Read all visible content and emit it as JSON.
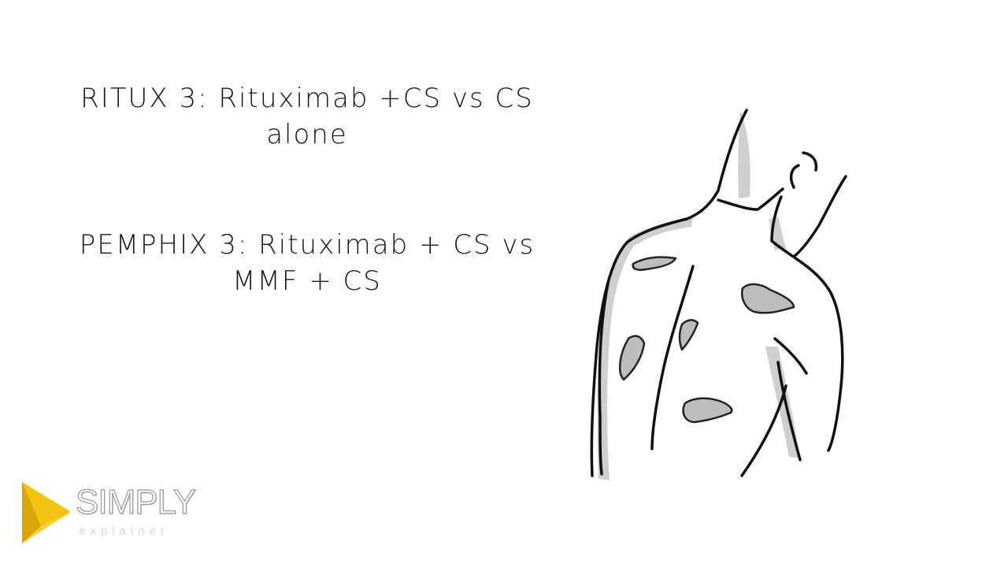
{
  "slide": {
    "ritux": {
      "line1": "RITUX 3: Rituximab +CS vs CS",
      "line2": "alone"
    },
    "pemphix": {
      "line1": "PEMPHIX 3: Rituximab + CS vs",
      "line2": "MMF + CS"
    }
  },
  "logo": {
    "word": "SIMPLY",
    "sub": "explainer",
    "accent_color": "#f2c40f"
  },
  "illustration": {
    "subject": "human back with skin lesions"
  }
}
